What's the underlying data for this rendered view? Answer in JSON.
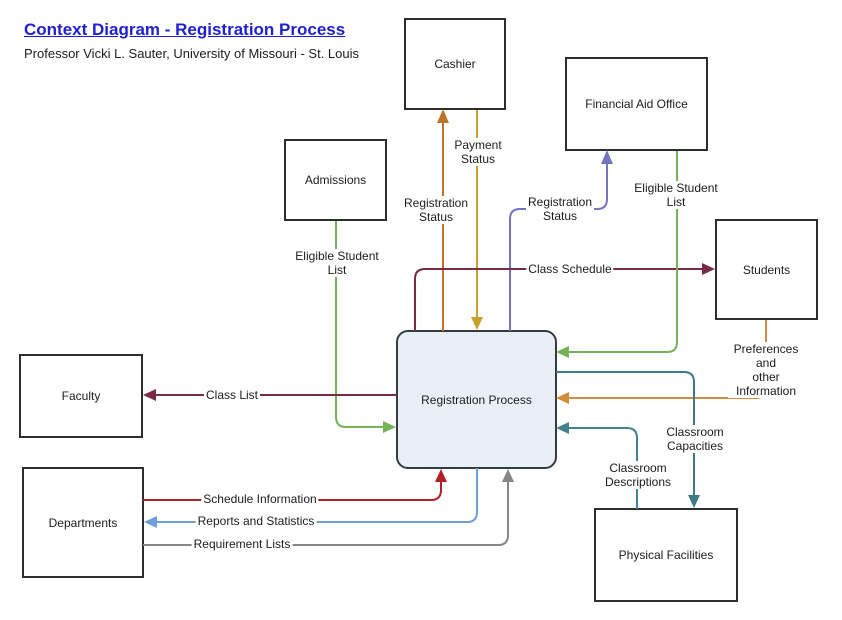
{
  "header": {
    "title": "Context Diagram - Registration Process",
    "subtitle": "Professor Vicki L. Sauter, University of Missouri - St. Louis"
  },
  "colors": {
    "title_blue": "#1f1fd1",
    "node_border": "#2b2e31",
    "process_fill": "#e8eff7",
    "text": "#1c1c1c"
  },
  "nodes": {
    "cashier": {
      "label": "Cashier"
    },
    "financial_aid": {
      "label": "Financial Aid Office"
    },
    "admissions": {
      "label": "Admissions"
    },
    "students": {
      "label": "Students"
    },
    "faculty": {
      "label": "Faculty"
    },
    "departments": {
      "label": "Departments"
    },
    "physical_facilities": {
      "label": "Physical Facilities"
    },
    "registration_process": {
      "label": "Registration Process"
    }
  },
  "flows": {
    "registration_status_cashier": {
      "label": "Registration\nStatus",
      "color": "#bf7329",
      "from": "Registration Process",
      "to": "Cashier"
    },
    "payment_status": {
      "label": "Payment\nStatus",
      "color": "#c8a12b",
      "from": "Cashier",
      "to": "Registration Process"
    },
    "registration_status_financial_aid": {
      "label": "Registration\nStatus",
      "color": "#7673bf",
      "from": "Registration Process",
      "to": "Financial Aid Office"
    },
    "class_schedule": {
      "label": "Class Schedule",
      "color": "#7a2949",
      "from": "Registration Process",
      "to": "Students"
    },
    "eligible_student_list_admissions": {
      "label": "Eligible Student\nList",
      "color": "#77b259",
      "from": "Admissions",
      "to": "Registration Process"
    },
    "eligible_student_list_financial_aid": {
      "label": "Eligible Student\nList",
      "color": "#77b259",
      "from": "Financial Aid Office",
      "to": "Registration Process"
    },
    "class_list": {
      "label": "Class List",
      "color": "#7a2949",
      "from": "Registration Process",
      "to": "Faculty"
    },
    "preferences": {
      "label": "Preferences and\nother Information",
      "color": "#d28c3b",
      "from": "Students",
      "to": "Registration Process"
    },
    "classroom_capacities": {
      "label": "Classroom\nCapacities",
      "color": "#3f7a8b",
      "from": "Registration Process",
      "to": "Physical Facilities"
    },
    "classroom_descriptions": {
      "label": "Classroom\nDescriptions",
      "color": "#45808f",
      "from": "Physical Facilities",
      "to": "Registration Process"
    },
    "schedule_information": {
      "label": "Schedule Information",
      "color": "#b32025",
      "from": "Departments",
      "to": "Registration Process"
    },
    "reports_and_statistics": {
      "label": "Reports and Statistics",
      "color": "#6f9cda",
      "from": "Registration Process",
      "to": "Departments"
    },
    "requirement_lists": {
      "label": "Requirement Lists",
      "color": "#868686",
      "from": "Departments",
      "to": "Registration Process"
    }
  }
}
